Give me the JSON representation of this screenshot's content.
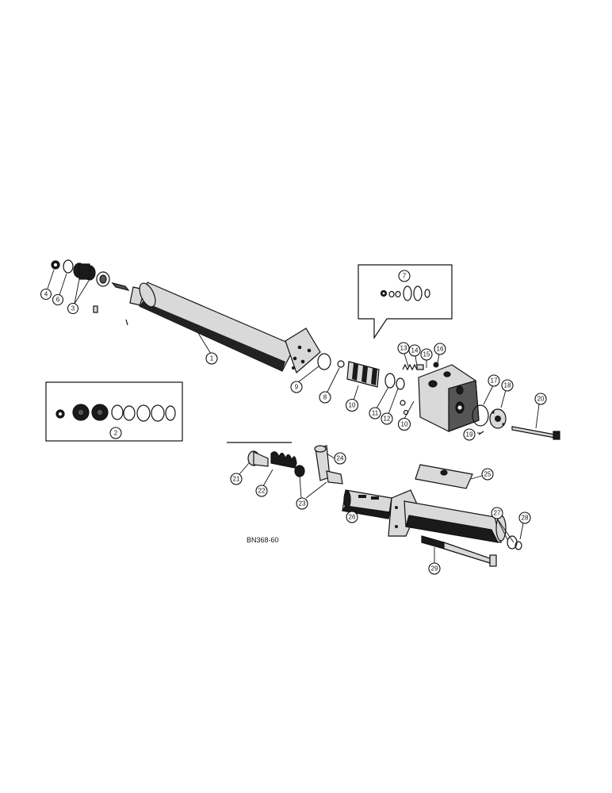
{
  "drawing": {
    "code": "BN368-60",
    "callouts": [
      {
        "id": "c4",
        "label": "4"
      },
      {
        "id": "c6",
        "label": "6"
      },
      {
        "id": "c3",
        "label": "3"
      },
      {
        "id": "c1",
        "label": "1"
      },
      {
        "id": "c9",
        "label": "9"
      },
      {
        "id": "c8",
        "label": "8"
      },
      {
        "id": "c10a",
        "label": "10"
      },
      {
        "id": "c11",
        "label": "11"
      },
      {
        "id": "c12",
        "label": "12"
      },
      {
        "id": "c10b",
        "label": "10"
      },
      {
        "id": "c13",
        "label": "13"
      },
      {
        "id": "c14",
        "label": "14"
      },
      {
        "id": "c15",
        "label": "15"
      },
      {
        "id": "c16",
        "label": "16"
      },
      {
        "id": "c17",
        "label": "17"
      },
      {
        "id": "c18",
        "label": "18"
      },
      {
        "id": "c19",
        "label": "19"
      },
      {
        "id": "c20",
        "label": "20"
      },
      {
        "id": "c7",
        "label": "7"
      },
      {
        "id": "c2",
        "label": "2"
      },
      {
        "id": "c21",
        "label": "21"
      },
      {
        "id": "c22",
        "label": "22"
      },
      {
        "id": "c23",
        "label": "23"
      },
      {
        "id": "c24",
        "label": "24"
      },
      {
        "id": "c25",
        "label": "25"
      },
      {
        "id": "c26",
        "label": "26"
      },
      {
        "id": "c27",
        "label": "27"
      },
      {
        "id": "c28",
        "label": "28"
      },
      {
        "id": "c29",
        "label": "29"
      }
    ]
  }
}
